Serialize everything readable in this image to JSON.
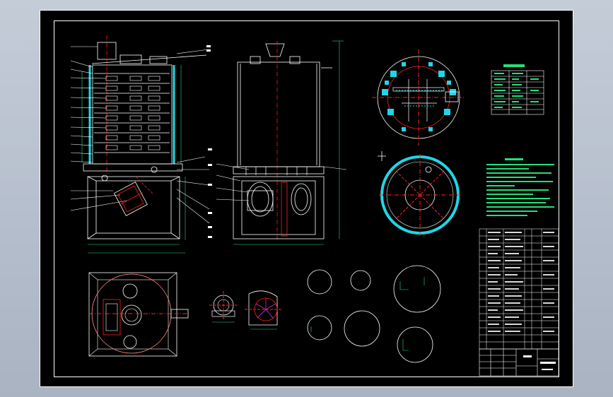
{
  "drawing": {
    "colors": {
      "background": "#000000",
      "frame": "#ffffff",
      "outline": "#ffffff",
      "centerline": "#ff2020",
      "dimension": "#22e07a",
      "insulation": "#1fd6e6",
      "accent": "#ff40ff",
      "workspace": "#b3bdcb"
    },
    "views": [
      "front-section-view",
      "side-section-view",
      "top-flange-plan",
      "section-ring-plan",
      "base-plan-view",
      "motor-detail",
      "fan-detail",
      "detail-circles",
      "technical-parameters-table",
      "technical-requirements-notes",
      "parts-list",
      "title-block"
    ]
  }
}
